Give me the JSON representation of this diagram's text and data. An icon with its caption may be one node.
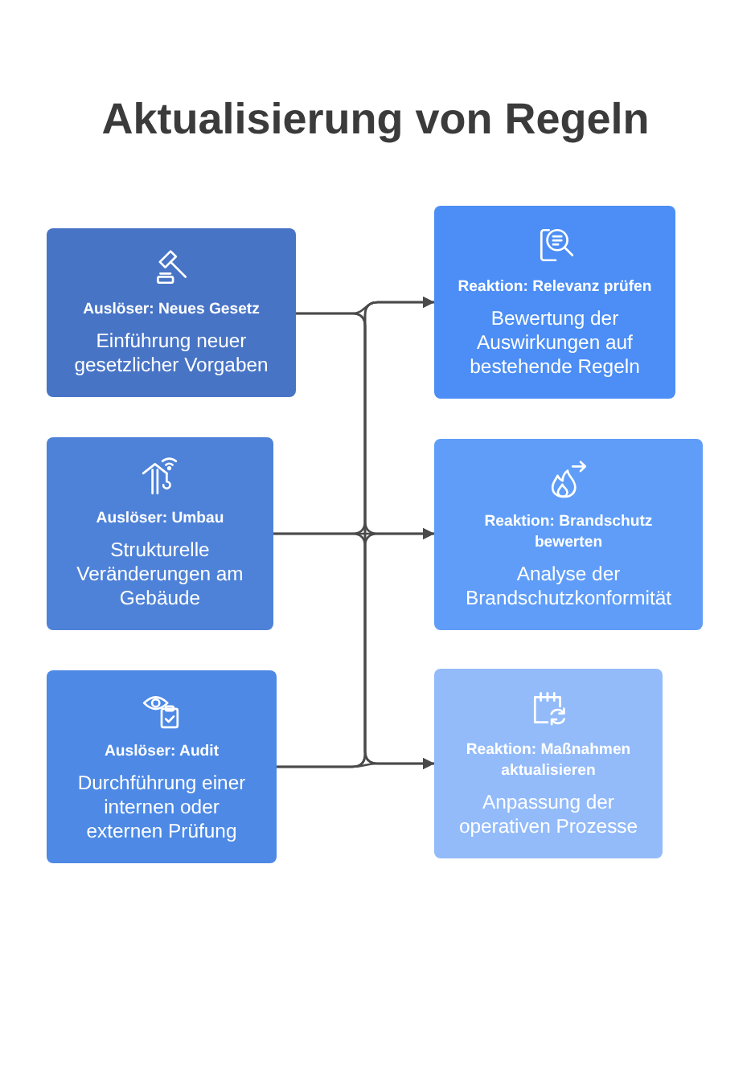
{
  "diagram": {
    "title": "Aktualisierung von Regeln",
    "nodes": [
      {
        "text": [
          "Auslöser: Neues Gesetz",
          "Einführung neuer gesetzlicher Vorgaben"
        ]
      },
      {
        "text": [
          "Auslöser: Umbau",
          "Strukturelle Veränderungen am Gebäude"
        ]
      },
      {
        "text": [
          "Auslöser: Audit",
          "Durchführung einer internen oder externen Prüfung"
        ]
      },
      {
        "text": [
          "Reaktion: Relevanz prüfen",
          "Bewertung der Auswirkungen auf bestehende Regeln"
        ]
      },
      {
        "text": [
          "Reaktion: Brandschutz bewerten",
          "Analyse der Brandschutzkonformität"
        ]
      },
      {
        "text": [
          "Reaktion: Maßnahmen aktualisieren",
          "Anpassung der operativen Prozesse"
        ]
      }
    ],
    "edges": [
      {
        "from": 0,
        "to": 3,
        "arrow": "to"
      },
      {
        "from": 0,
        "to": 4,
        "arrow": "to"
      },
      {
        "from": 0,
        "to": 5,
        "arrow": "to"
      },
      {
        "from": 1,
        "to": 3,
        "arrow": "to"
      },
      {
        "from": 1,
        "to": 4,
        "arrow": "to"
      },
      {
        "from": 1,
        "to": 5,
        "arrow": "to"
      },
      {
        "from": 2,
        "to": 3,
        "arrow": "to"
      },
      {
        "from": 2,
        "to": 4,
        "arrow": "to"
      },
      {
        "from": 2,
        "to": 5,
        "arrow": "to"
      }
    ]
  }
}
